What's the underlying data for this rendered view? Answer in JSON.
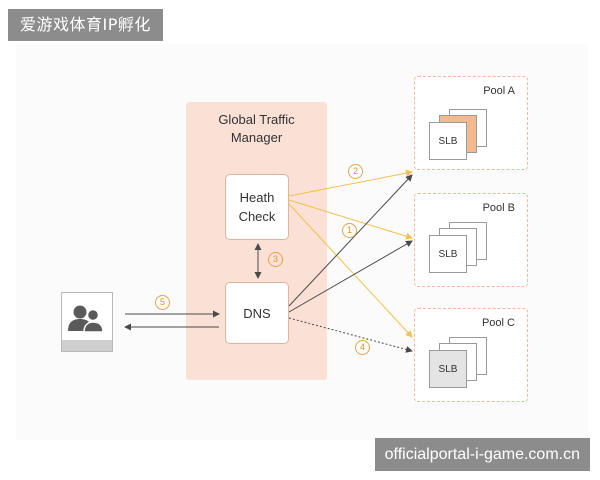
{
  "top_banner": "爱游戏体育IP孵化",
  "bottom_banner": "officialportal-i-game.com.cn",
  "gtm": {
    "title": "Global Traffic\nManager"
  },
  "nodes": {
    "health_check": "Heath\nCheck",
    "dns": "DNS"
  },
  "pools": [
    {
      "label": "Pool A",
      "slb": "SLB"
    },
    {
      "label": "Pool B",
      "slb": "SLB"
    },
    {
      "label": "Pool C",
      "slb": "SLB"
    }
  ],
  "steps": [
    "1",
    "2",
    "3",
    "4",
    "5"
  ],
  "colors": {
    "gtm_background": "#fbe0d6",
    "accent_orange": "#f4b98f",
    "arrow_yellow": "#f2c14e",
    "arrow_dark": "#4a4a4a",
    "slb_gray": "#e4e4e4"
  },
  "icons": {
    "user_group": "user-group-icon"
  }
}
